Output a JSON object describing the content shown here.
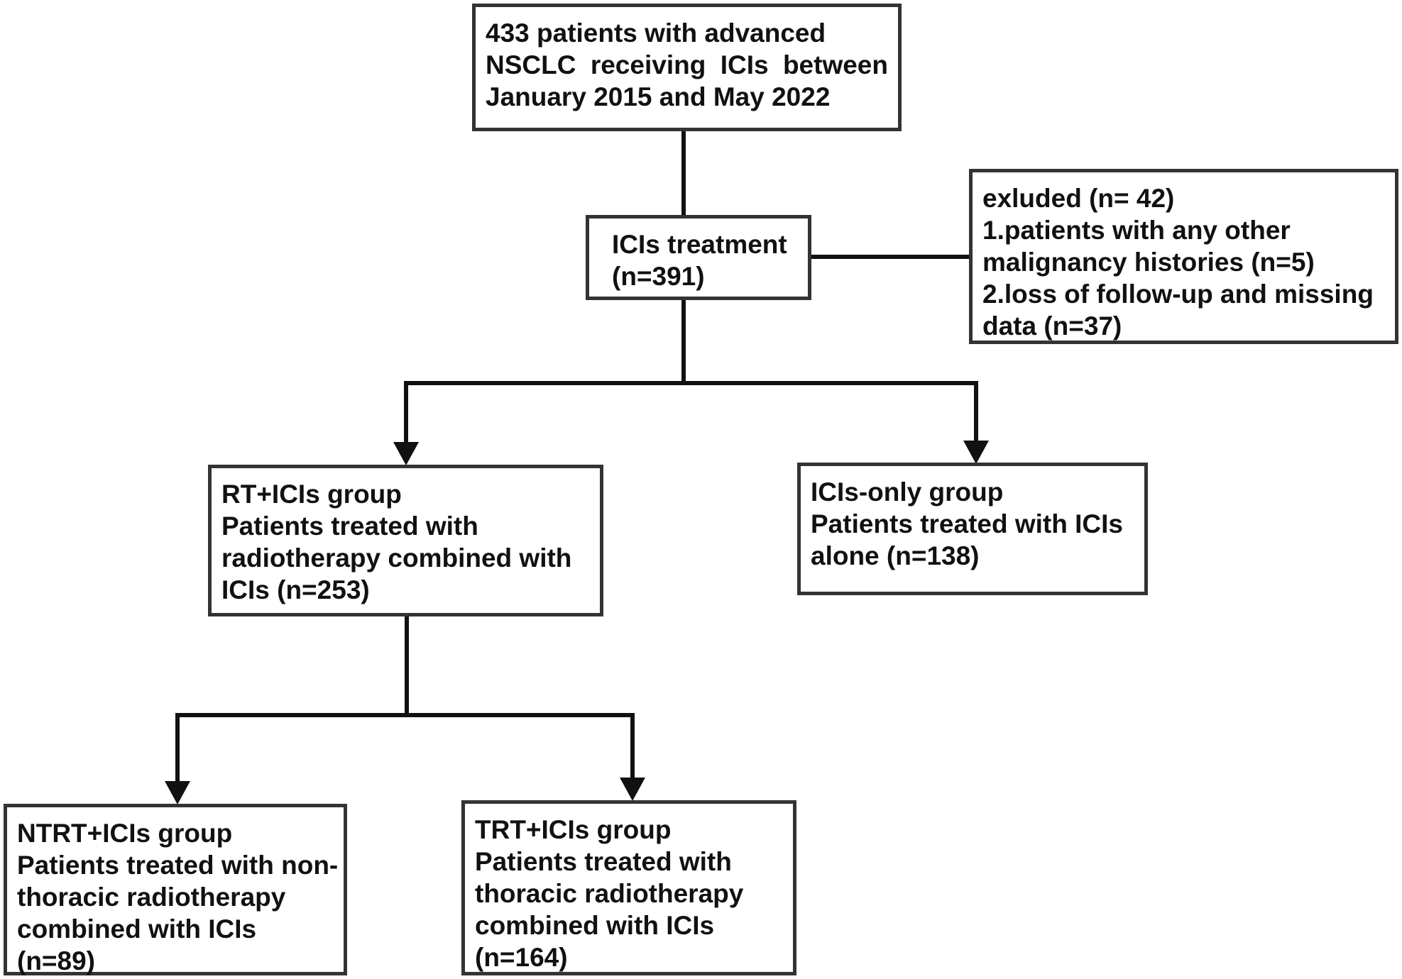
{
  "colors": {
    "box_border": "#333333",
    "text": "#111111",
    "connector": "#111111",
    "background": "#ffffff"
  },
  "boxes": {
    "start": {
      "lines": [
        "433 patients with advanced",
        "NSCLC receiving ICIs between",
        "January 2015  and May 2022"
      ]
    },
    "treatment": {
      "lines": [
        "ICIs treatment",
        "(n=391)"
      ]
    },
    "excluded": {
      "lines": [
        "exluded (n= 42)",
        "1.patients with any other",
        "malignancy histories (n=5)",
        "2.loss of follow-up and missing",
        "data (n=37)"
      ]
    },
    "rt_icis": {
      "lines": [
        "RT+ICIs group",
        "Patients treated with",
        "radiotherapy combined with",
        "ICIs (n=253)"
      ]
    },
    "icis_only": {
      "lines": [
        "ICIs-only group",
        "Patients treated with ICIs",
        "alone (n=138)"
      ]
    },
    "ntrt_icis": {
      "lines": [
        "NTRT+ICIs group",
        "Patients treated with non-",
        "thoracic radiotherapy",
        "combined with ICIs",
        "(n=89)"
      ]
    },
    "trt_icis": {
      "lines": [
        "TRT+ICIs group",
        "Patients treated with",
        "thoracic radiotherapy",
        "combined with ICIs",
        "(n=164)"
      ]
    }
  },
  "connectors": [
    {
      "from": "start",
      "to": "treatment",
      "arrow": false
    },
    {
      "from": "treatment",
      "to": "excluded",
      "arrow": false
    },
    {
      "from": "treatment",
      "to": "rt_icis",
      "arrow": true
    },
    {
      "from": "treatment",
      "to": "icis_only",
      "arrow": true
    },
    {
      "from": "rt_icis",
      "to": "ntrt_icis",
      "arrow": true
    },
    {
      "from": "rt_icis",
      "to": "trt_icis",
      "arrow": true
    }
  ]
}
